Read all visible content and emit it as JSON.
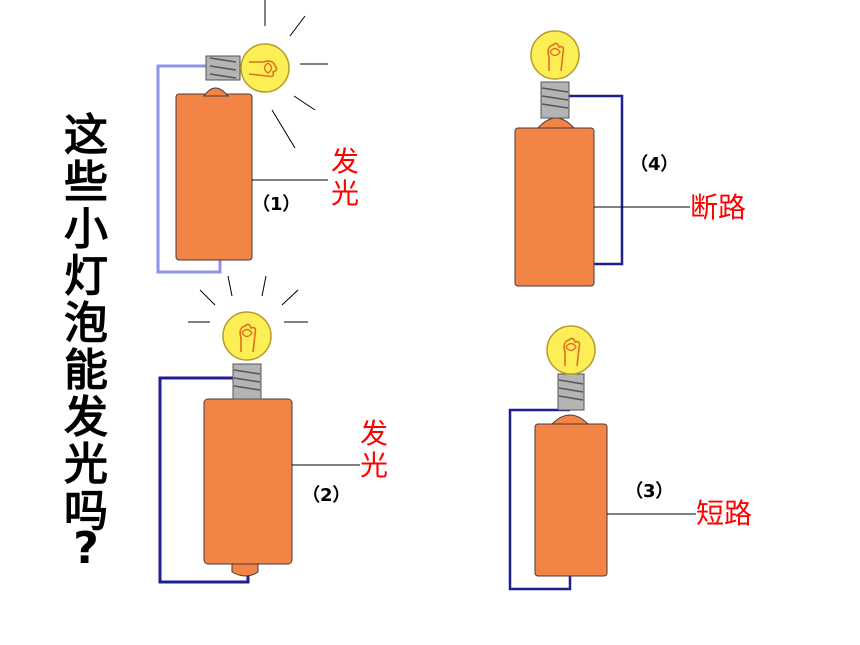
{
  "title_chars": [
    "这",
    "些",
    "小",
    "灯",
    "泡",
    "能",
    "发",
    "光",
    "吗",
    "?"
  ],
  "circuits": [
    {
      "label": "（1）",
      "state_chars": [
        "发",
        "光"
      ]
    },
    {
      "label": "（2）",
      "state_chars": [
        "发",
        "光"
      ]
    },
    {
      "label": "（3）",
      "state": "短路"
    },
    {
      "label": "（4）",
      "state": "断路"
    }
  ],
  "colors": {
    "battery": "#f28445",
    "wire_lit": "#8f93e8",
    "wire": "#1f1f8f",
    "bulb": "#fbef55",
    "label": "#ff0000"
  }
}
